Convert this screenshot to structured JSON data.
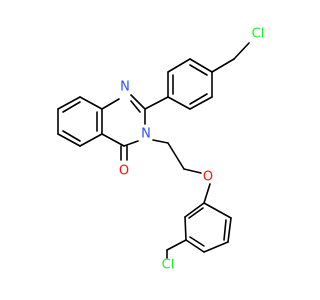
{
  "molecule": {
    "atoms": {
      "n_top": "N",
      "n_ring": "N",
      "o_carbonyl": "O",
      "o_ether": "O",
      "cl_para": "Cl",
      "cl_meta": "Cl"
    },
    "colors": {
      "bond": "#000000",
      "nitrogen": "#3050F8",
      "oxygen": "#FF0D0D",
      "chlorine": "#1FF01F"
    }
  }
}
